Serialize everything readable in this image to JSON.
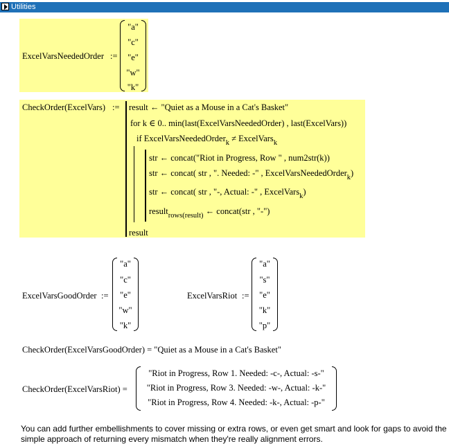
{
  "region": {
    "title": "Utilities"
  },
  "needed_order": {
    "name": "ExcelVarsNeededOrder",
    "assign": ":=",
    "values": [
      "\"a\"",
      "\"c\"",
      "\"e\"",
      "\"w\"",
      "\"k\""
    ]
  },
  "program": {
    "header": "CheckOrder(ExcelVars)",
    "assign": ":=",
    "line1": "result ← \"Quiet as a Mouse in a Cat's Basket\"",
    "line2": "for  k ∈ 0.. min(last(ExcelVarsNeededOrder) , last(ExcelVars))",
    "line3_prefix": "if  ExcelVarsNeededOrder",
    "line3_sub": "k",
    "line3_mid": " ≠ ExcelVars",
    "line3_sub2": "k",
    "line4": "str ← concat(\"Riot  in Progress, Row \" , num2str(k))",
    "line5_prefix": "str ← concat( str , \". Needed: -\" , ExcelVarsNeededOrder",
    "line5_sub": "k",
    "line5_suffix": ")",
    "line6_prefix": "str ← concat( str , \"-, Actual: -\" , ExcelVars",
    "line6_sub": "k",
    "line6_suffix": ")",
    "line7_prefix": "result",
    "line7_sub": "rows(result)",
    "line7_suffix": " ← concat(str , \"-\")",
    "line8": "result"
  },
  "good_order": {
    "name": "ExcelVarsGoodOrder",
    "assign": ":=",
    "values": [
      "\"a\"",
      "\"c\"",
      "\"e\"",
      "\"w\"",
      "\"k\""
    ]
  },
  "riot": {
    "name": "ExcelVarsRiot",
    "assign": ":=",
    "values": [
      "\"a\"",
      "\"s\"",
      "\"e\"",
      "\"k\"",
      "\"p\""
    ]
  },
  "eval_good": "CheckOrder(ExcelVarsGoodOrder) = \"Quiet as a Mouse in a Cat's Basket\"",
  "eval_riot": {
    "lhs": "CheckOrder(ExcelVarsRiot) =",
    "values": [
      "\"Riot  in Progress, Row 1. Needed: -c-, Actual: -s-\"",
      "\"Riot  in Progress, Row 3. Needed: -w-, Actual: -k-\"",
      "\"Riot  in Progress, Row 4. Needed: -k-, Actual: -p-\""
    ]
  },
  "note": "You can add further embellishments to cover missing or extra rows, or even get smart and look for gaps to avoid the simple approach of returning every mismatch when they're really alignment errors."
}
